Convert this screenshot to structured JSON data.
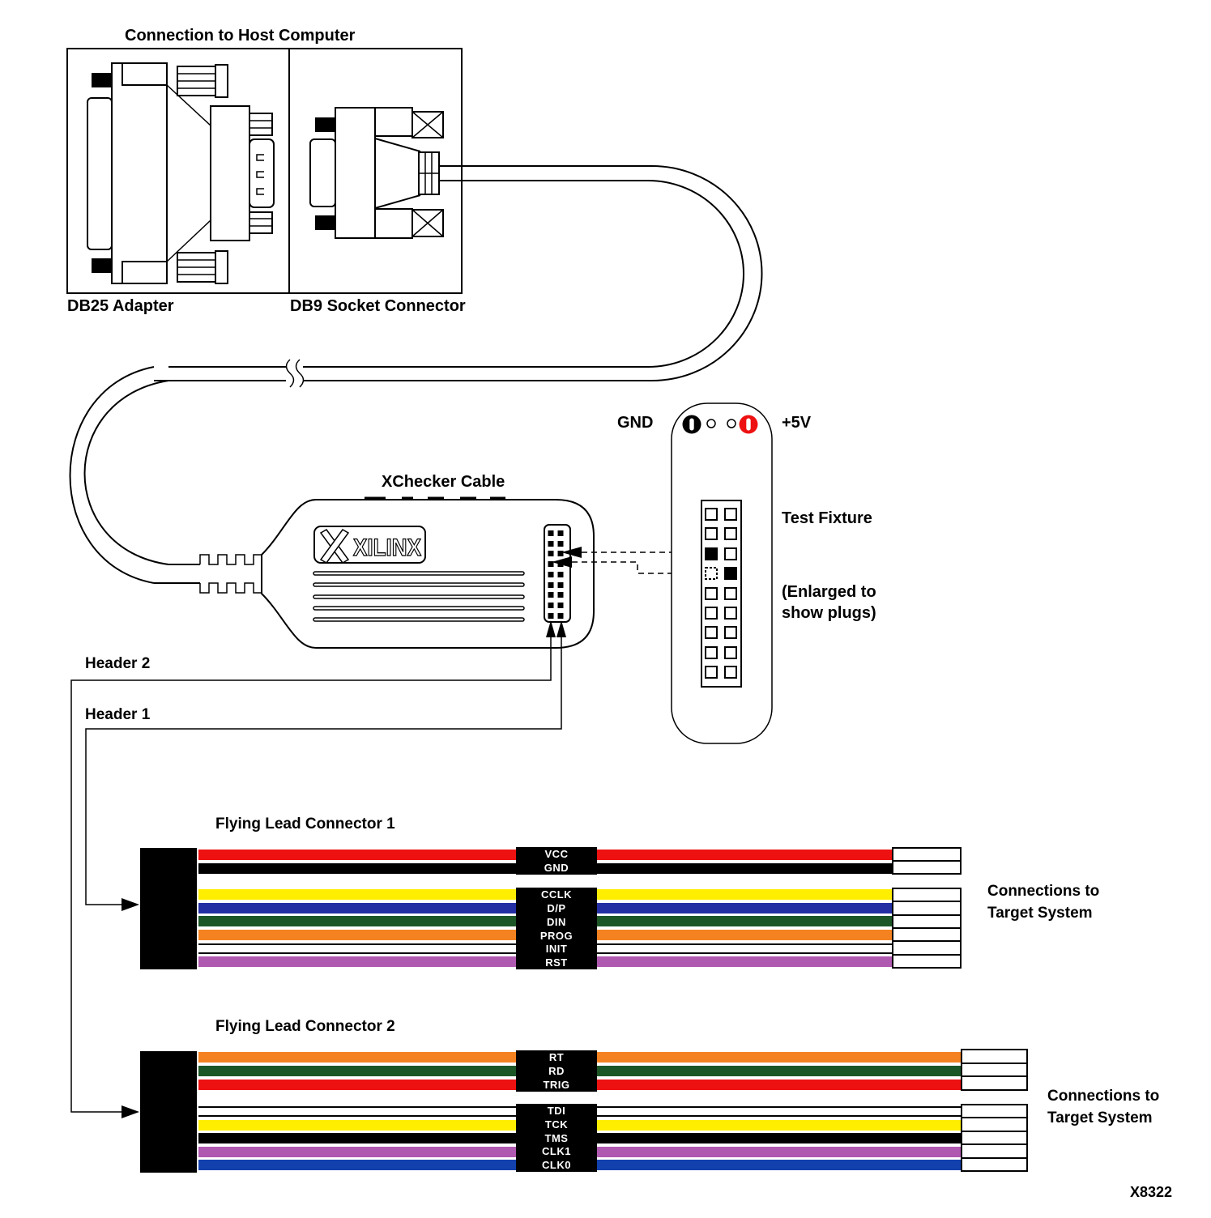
{
  "host_connection": {
    "title": "Connection to Host Computer",
    "db25_label": "DB25 Adapter",
    "db9_label": "DB9 Socket Connector"
  },
  "xchecker": {
    "title": "XChecker Cable",
    "logo_text": "XILINX",
    "header2_label": "Header 2",
    "header1_label": "Header 1"
  },
  "test_fixture": {
    "gnd_label": "GND",
    "plus5v_label": "+5V",
    "title": "Test Fixture",
    "note": [
      "(Enlarged to",
      "show plugs)"
    ],
    "gnd_jack_color": "#000000",
    "plus5v_jack_color": "#ee1111"
  },
  "flying_leads": [
    {
      "title": "Flying Lead Connector 1",
      "target_note": [
        "Connections to",
        "Target System"
      ],
      "wires": [
        {
          "label": "VCC",
          "color": "#ee1111"
        },
        {
          "label": "GND",
          "color": "#000000"
        },
        {
          "label": "CCLK",
          "color": "#ffee00"
        },
        {
          "label": "D/P",
          "color": "#232fa2"
        },
        {
          "label": "DIN",
          "color": "#1d5626"
        },
        {
          "label": "PROG",
          "color": "#f58220"
        },
        {
          "label": "INIT",
          "color": "#ffffff",
          "outlined": true
        },
        {
          "label": "RST",
          "color": "#b059b0"
        }
      ]
    },
    {
      "title": "Flying Lead Connector 2",
      "target_note": [
        "Connections to",
        "Target System"
      ],
      "wires": [
        {
          "label": "RT",
          "color": "#f58220"
        },
        {
          "label": "RD",
          "color": "#1d5626"
        },
        {
          "label": "TRIG",
          "color": "#ee1111"
        },
        {
          "label": "TDI",
          "color": "#ffffff",
          "outlined": true
        },
        {
          "label": "TCK",
          "color": "#ffee00"
        },
        {
          "label": "TMS",
          "color": "#000000"
        },
        {
          "label": "CLK1",
          "color": "#b059b0"
        },
        {
          "label": "CLK0",
          "color": "#1241ad"
        }
      ]
    }
  ],
  "figure_id": "X8322"
}
